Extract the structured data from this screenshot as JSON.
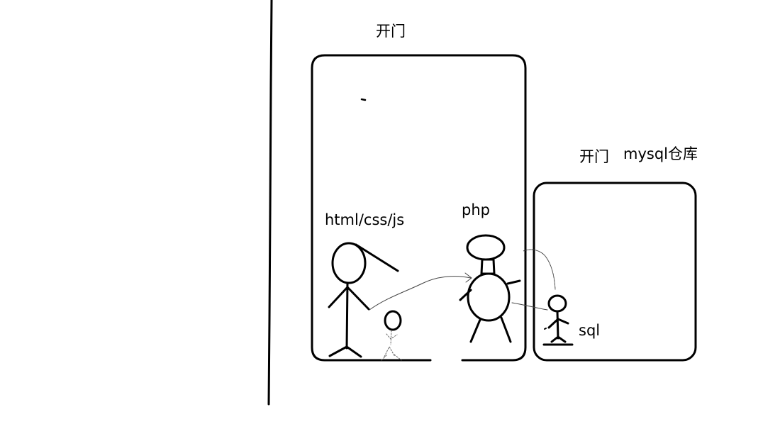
{
  "labels": {
    "door_main": "开门",
    "door_warehouse": "开门",
    "warehouse": "mysql仓库",
    "frontend": "html/css/js",
    "backend": "php",
    "query": "sql"
  },
  "colors": {
    "ink": "#000000",
    "thin_ink": "#555555",
    "background": "#ffffff"
  }
}
